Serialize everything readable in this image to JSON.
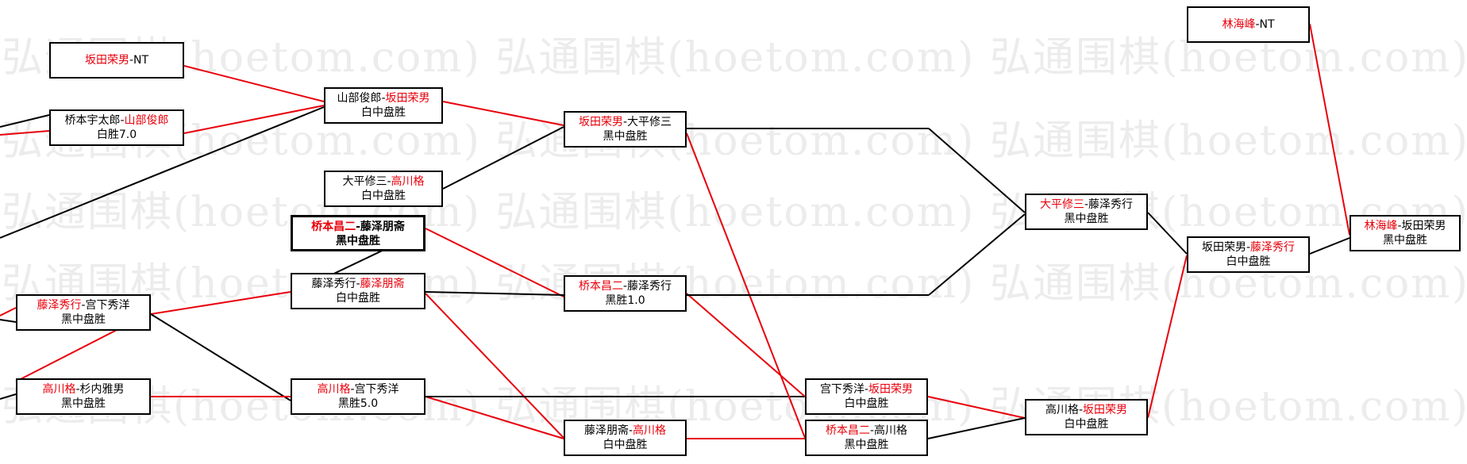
{
  "colors": {
    "winner": "#e8000b",
    "line": "#000000",
    "winline": "#e8000b",
    "watermark": "#ececec"
  },
  "watermark_text": "弘通围棋(hoetom.com)",
  "nodes": [
    {
      "id": "n1",
      "p1": "坂田荣男",
      "p2": "NT",
      "winner": 1,
      "result": ""
    },
    {
      "id": "n2",
      "p1": "桥本宇太郎",
      "p2": "山部俊郎",
      "winner": 2,
      "result": "白胜7.0"
    },
    {
      "id": "n3",
      "p1": "藤泽秀行",
      "p2": "宫下秀洋",
      "winner": 1,
      "result": "黑中盘胜"
    },
    {
      "id": "n4",
      "p1": "高川格",
      "p2": "杉内雅男",
      "winner": 1,
      "result": "黑中盘胜"
    },
    {
      "id": "n5",
      "p1": "山部俊郎",
      "p2": "坂田荣男",
      "winner": 2,
      "result": "白中盘胜"
    },
    {
      "id": "n6",
      "p1": "大平修三",
      "p2": "高川格",
      "winner": 2,
      "result": "白中盘胜"
    },
    {
      "id": "n7",
      "p1": "桥本昌二",
      "p2": "藤泽朋斋",
      "winner": 1,
      "result": "黑中盘胜"
    },
    {
      "id": "n8",
      "p1": "藤泽秀行",
      "p2": "藤泽朋斋",
      "winner": 2,
      "result": "白中盘胜"
    },
    {
      "id": "n9",
      "p1": "高川格",
      "p2": "宫下秀洋",
      "winner": 1,
      "result": "黑胜5.0"
    },
    {
      "id": "n10",
      "p1": "坂田荣男",
      "p2": "大平修三",
      "winner": 1,
      "result": "黑中盘胜"
    },
    {
      "id": "n11",
      "p1": "桥本昌二",
      "p2": "藤泽秀行",
      "winner": 1,
      "result": "黑胜1.0"
    },
    {
      "id": "n12",
      "p1": "藤泽朋斋",
      "p2": "高川格",
      "winner": 2,
      "result": "白中盘胜"
    },
    {
      "id": "n13",
      "p1": "宫下秀洋",
      "p2": "坂田荣男",
      "winner": 2,
      "result": "白中盘胜"
    },
    {
      "id": "n14",
      "p1": "桥本昌二",
      "p2": "高川格",
      "winner": 1,
      "result": "黑中盘胜"
    },
    {
      "id": "n15",
      "p1": "大平修三",
      "p2": "藤泽秀行",
      "winner": 1,
      "result": "黑中盘胜"
    },
    {
      "id": "n16",
      "p1": "高川格",
      "p2": "坂田荣男",
      "winner": 2,
      "result": "白中盘胜"
    },
    {
      "id": "n17",
      "p1": "坂田荣男",
      "p2": "藤泽秀行",
      "winner": 2,
      "result": "白中盘胜"
    },
    {
      "id": "n18",
      "p1": "林海峰",
      "p2": "NT",
      "winner": 1,
      "result": ""
    },
    {
      "id": "n19",
      "p1": "林海峰",
      "p2": "坂田荣男",
      "winner": 1,
      "result": "黑中盘胜"
    }
  ]
}
